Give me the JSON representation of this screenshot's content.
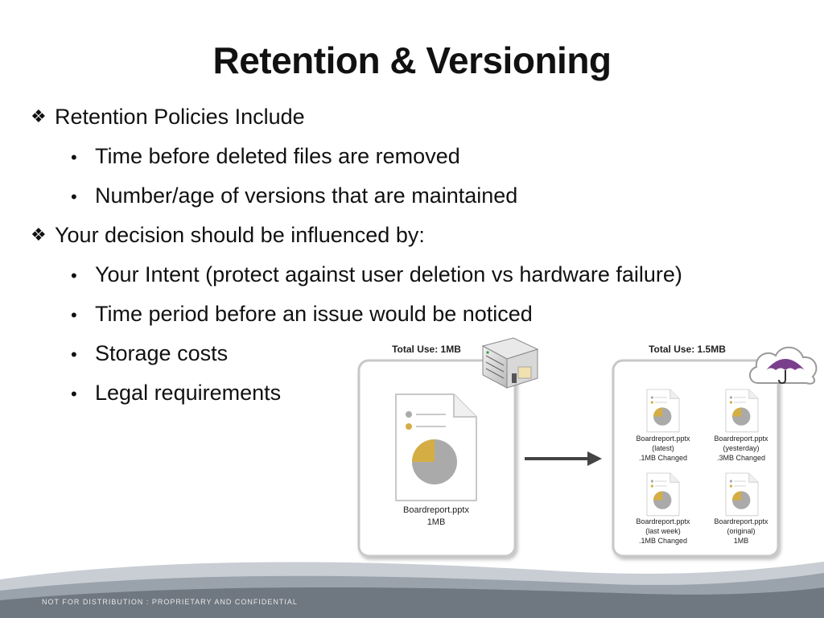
{
  "slide": {
    "title": "Retention & Versioning",
    "bullets": [
      {
        "marker": "❖",
        "text": "Retention Policies Include"
      },
      {
        "marker": "•",
        "text": "Time before deleted files are removed"
      },
      {
        "marker": "•",
        "text": "Number/age of versions that are maintained"
      },
      {
        "marker": "❖",
        "text": "Your decision should be influenced by:"
      },
      {
        "marker": "•",
        "text": "Your Intent (protect against user deletion vs hardware failure)"
      },
      {
        "marker": "•",
        "text": "Time period before an issue would be noticed"
      },
      {
        "marker": "•",
        "text": "Storage costs"
      },
      {
        "marker": "•",
        "text": "Legal requirements"
      }
    ]
  },
  "diagram": {
    "left_panel": {
      "total_label": "Total Use: 1MB",
      "file_name": "Boardreport.pptx",
      "file_size": "1MB",
      "icon": "server-icon"
    },
    "right_panel": {
      "total_label": "Total Use: 1.5MB",
      "icon": "cloud-umbrella-icon",
      "files": [
        {
          "name": "Boardreport.pptx",
          "version": "(latest)",
          "change": ".1MB Changed"
        },
        {
          "name": "Boardreport.pptx",
          "version": "(yesterday)",
          "change": ".3MB Changed"
        },
        {
          "name": "Boardreport.pptx",
          "version": "(last week)",
          "change": ".1MB Changed"
        },
        {
          "name": "Boardreport.pptx",
          "version": "(original)",
          "change": "1MB"
        }
      ]
    },
    "colors": {
      "accent": "#d4ae45",
      "pie": "#aaaaaa",
      "umbrella": "#7a3f8c",
      "arrow": "#444444"
    }
  },
  "footer": {
    "text": "NOT FOR DISTRIBUTION : PROPRIETARY AND CONFIDENTIAL"
  }
}
